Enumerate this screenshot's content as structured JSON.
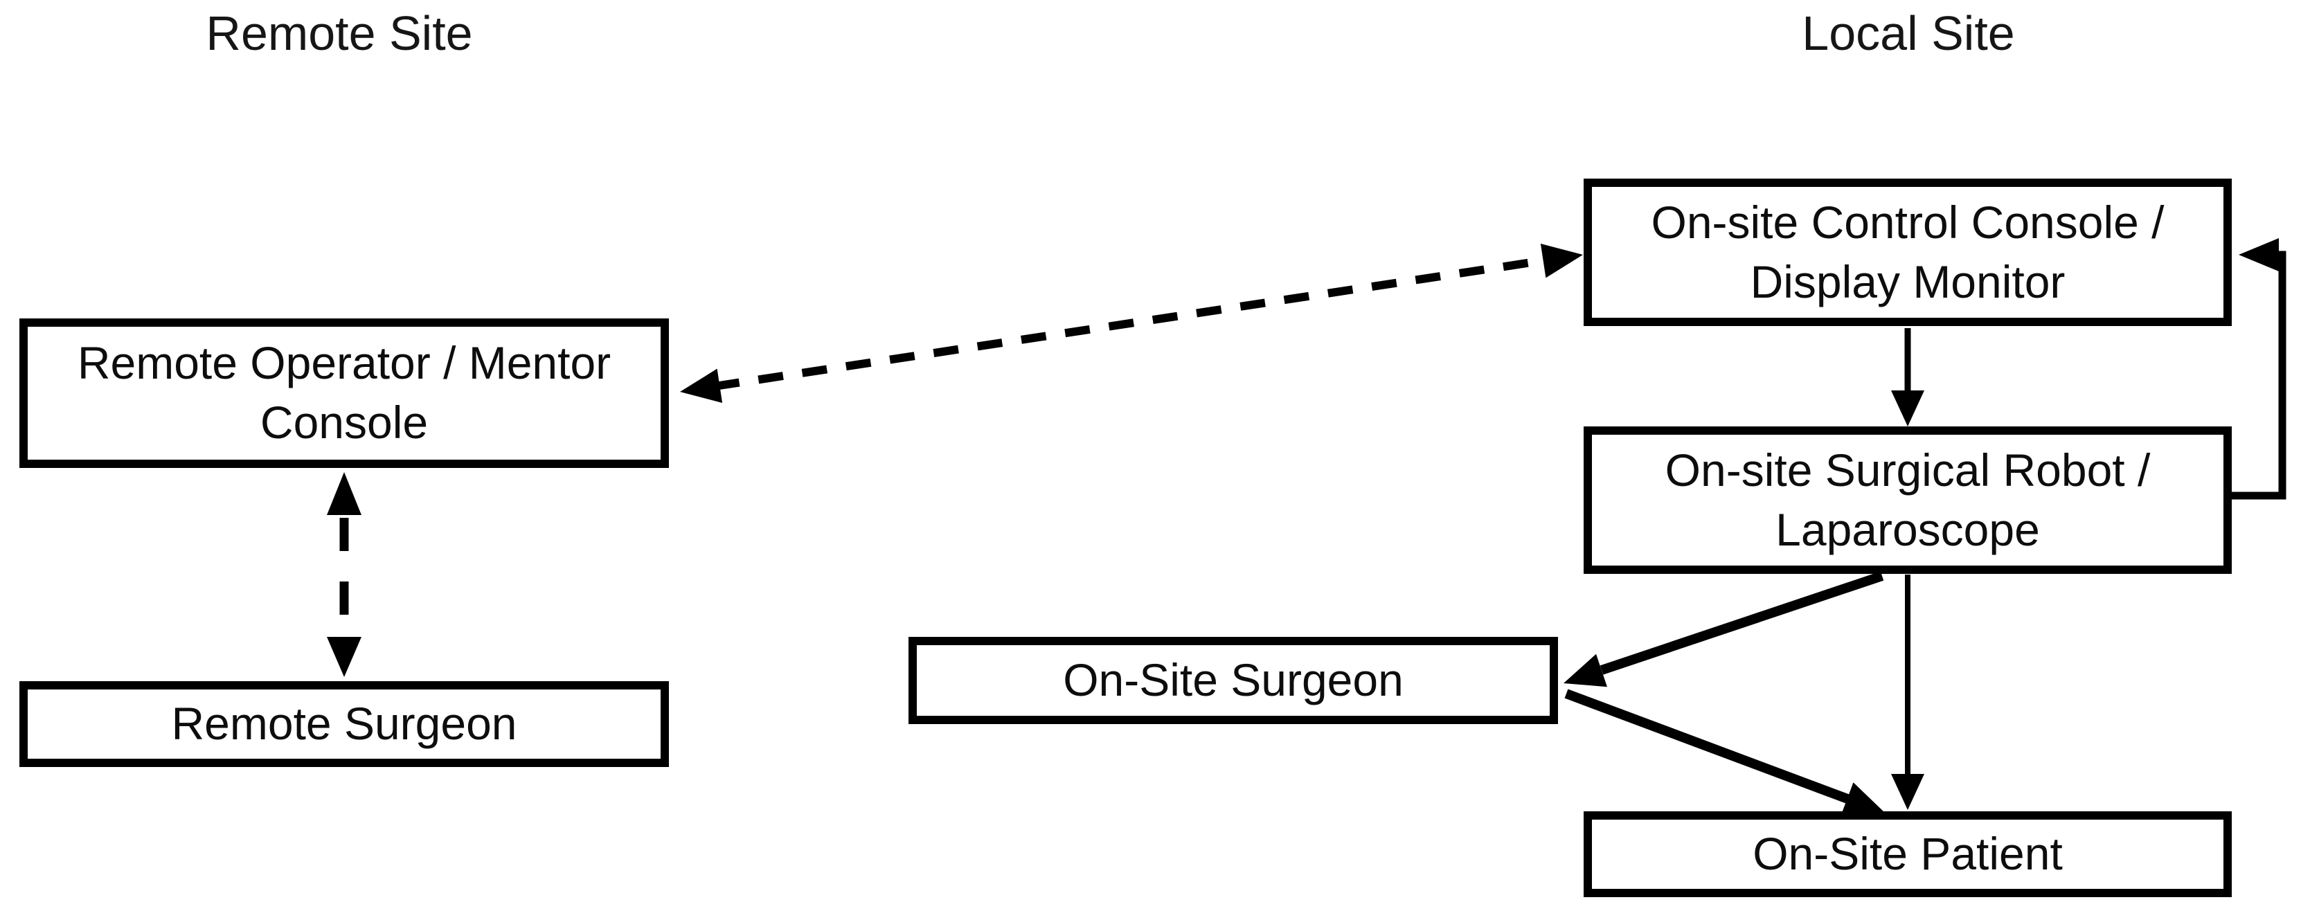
{
  "diagram": {
    "background": "#ffffff",
    "ink": "#000000",
    "titles": {
      "remote": "Remote Site",
      "local": "Local Site"
    },
    "nodes": {
      "remote_console": {
        "line1": "Remote Operator / Mentor",
        "line2": "Console"
      },
      "remote_surgeon": {
        "line1": "Remote Surgeon"
      },
      "onsite_console": {
        "line1": "On-site Control Console /",
        "line2": "Display Monitor"
      },
      "onsite_robot": {
        "line1": "On-site Surgical Robot /",
        "line2": "Laparoscope"
      },
      "onsite_surgeon": {
        "line1": "On-Site Surgeon"
      },
      "onsite_patient": {
        "line1": "On-Site Patient"
      }
    },
    "edges": [
      {
        "from": "Remote Surgeon",
        "to": "Remote Operator / Mentor Console",
        "style": "dashed",
        "arrows": "both"
      },
      {
        "from": "Remote Operator / Mentor Console",
        "to": "On-site Control Console / Display Monitor",
        "style": "dashed",
        "arrows": "both"
      },
      {
        "from": "On-site Control Console / Display Monitor",
        "to": "On-site Surgical Robot / Laparoscope",
        "style": "solid",
        "arrows": "end"
      },
      {
        "from": "On-site Surgical Robot / Laparoscope",
        "to": "On-site Control Console / Display Monitor",
        "style": "solid-elbow-right",
        "arrows": "end"
      },
      {
        "from": "On-site Surgical Robot / Laparoscope",
        "to": "On-Site Surgeon",
        "style": "solid-thick",
        "arrows": "end"
      },
      {
        "from": "On-Site Surgeon",
        "to": "On-Site Patient",
        "style": "solid-thick",
        "arrows": "end"
      },
      {
        "from": "On-site Surgical Robot / Laparoscope",
        "to": "On-Site Patient",
        "style": "solid",
        "arrows": "end"
      }
    ]
  }
}
